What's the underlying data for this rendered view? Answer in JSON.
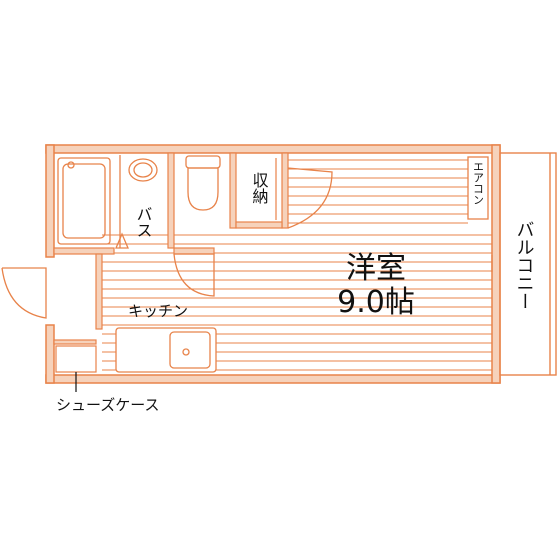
{
  "colors": {
    "line": "#e8834a",
    "fill": "#f6d2bb",
    "text": "#111111",
    "background": "#ffffff"
  },
  "labels": {
    "bath": "バス",
    "storage": "収納",
    "aircon": "エアコン",
    "room_name": "洋室",
    "room_size": "9.0帖",
    "balcony": "バルコニー",
    "kitchen": "キッチン",
    "shoe_case": "シューズケース"
  }
}
